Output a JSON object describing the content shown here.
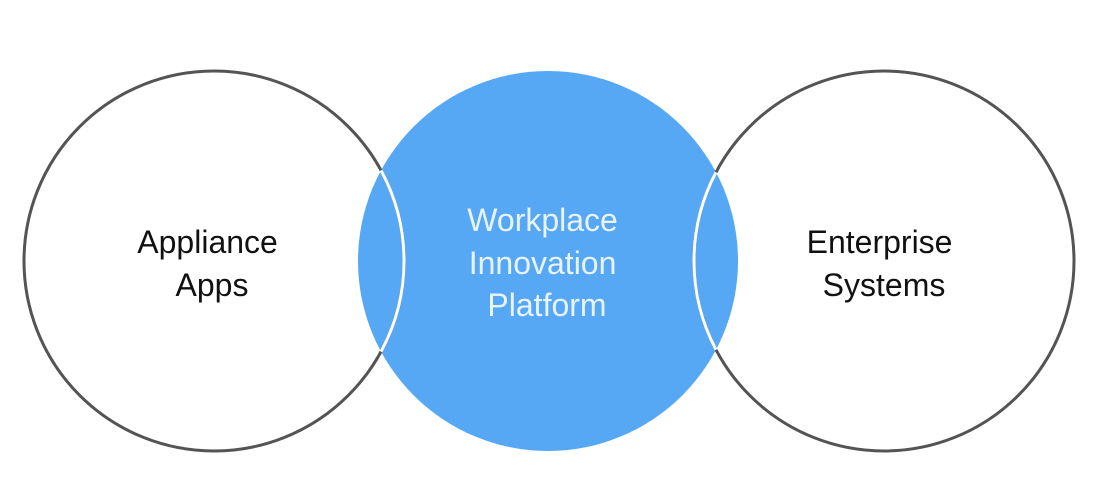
{
  "diagram": {
    "left_circle": {
      "label_lines": [
        "Appliance",
        "Apps"
      ]
    },
    "center_circle": {
      "label_lines": [
        "Workplace",
        "Innovation",
        "Platform"
      ]
    },
    "right_circle": {
      "label_lines": [
        "Enterprise",
        "Systems"
      ]
    }
  },
  "colors": {
    "center_fill": "#56a8f5",
    "outline": "#545454",
    "overlap_line": "#ffffff",
    "label_dark": "#111111",
    "label_light": "#e8f3fd"
  }
}
